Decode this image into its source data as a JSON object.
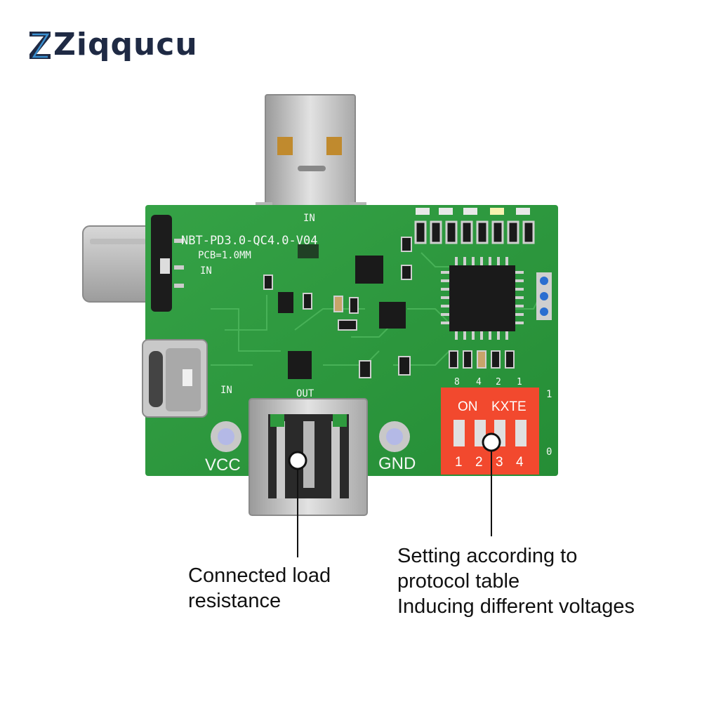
{
  "brand": {
    "name": "Ziqqucu",
    "logo_color": "#1f2a44",
    "accent_color": "#3a8fd0"
  },
  "board": {
    "model": "NBT-PD3.0-QC4.0-V04",
    "pcb_thickness": "PCB=1.0MM",
    "labels": {
      "in_top": "IN",
      "in_typec_1": "IN",
      "in_typec_2": "IN",
      "out": "OUT",
      "vcc": "VCC",
      "gnd": "GND"
    },
    "pcb_color": "#2f9a3e"
  },
  "dip_switch": {
    "top_numbers": [
      "8",
      "4",
      "2",
      "1"
    ],
    "on_label": "ON",
    "brand_label": "KXTE",
    "bottom_numbers": [
      "1",
      "2",
      "3",
      "4"
    ],
    "side_high": "1",
    "side_low": "0",
    "color": "#f2492e"
  },
  "callouts": {
    "load": {
      "lines": [
        "Connected load",
        "resistance"
      ]
    },
    "protocol": {
      "lines": [
        "Setting according to",
        "protocol table",
        "Inducing different voltages"
      ]
    }
  }
}
